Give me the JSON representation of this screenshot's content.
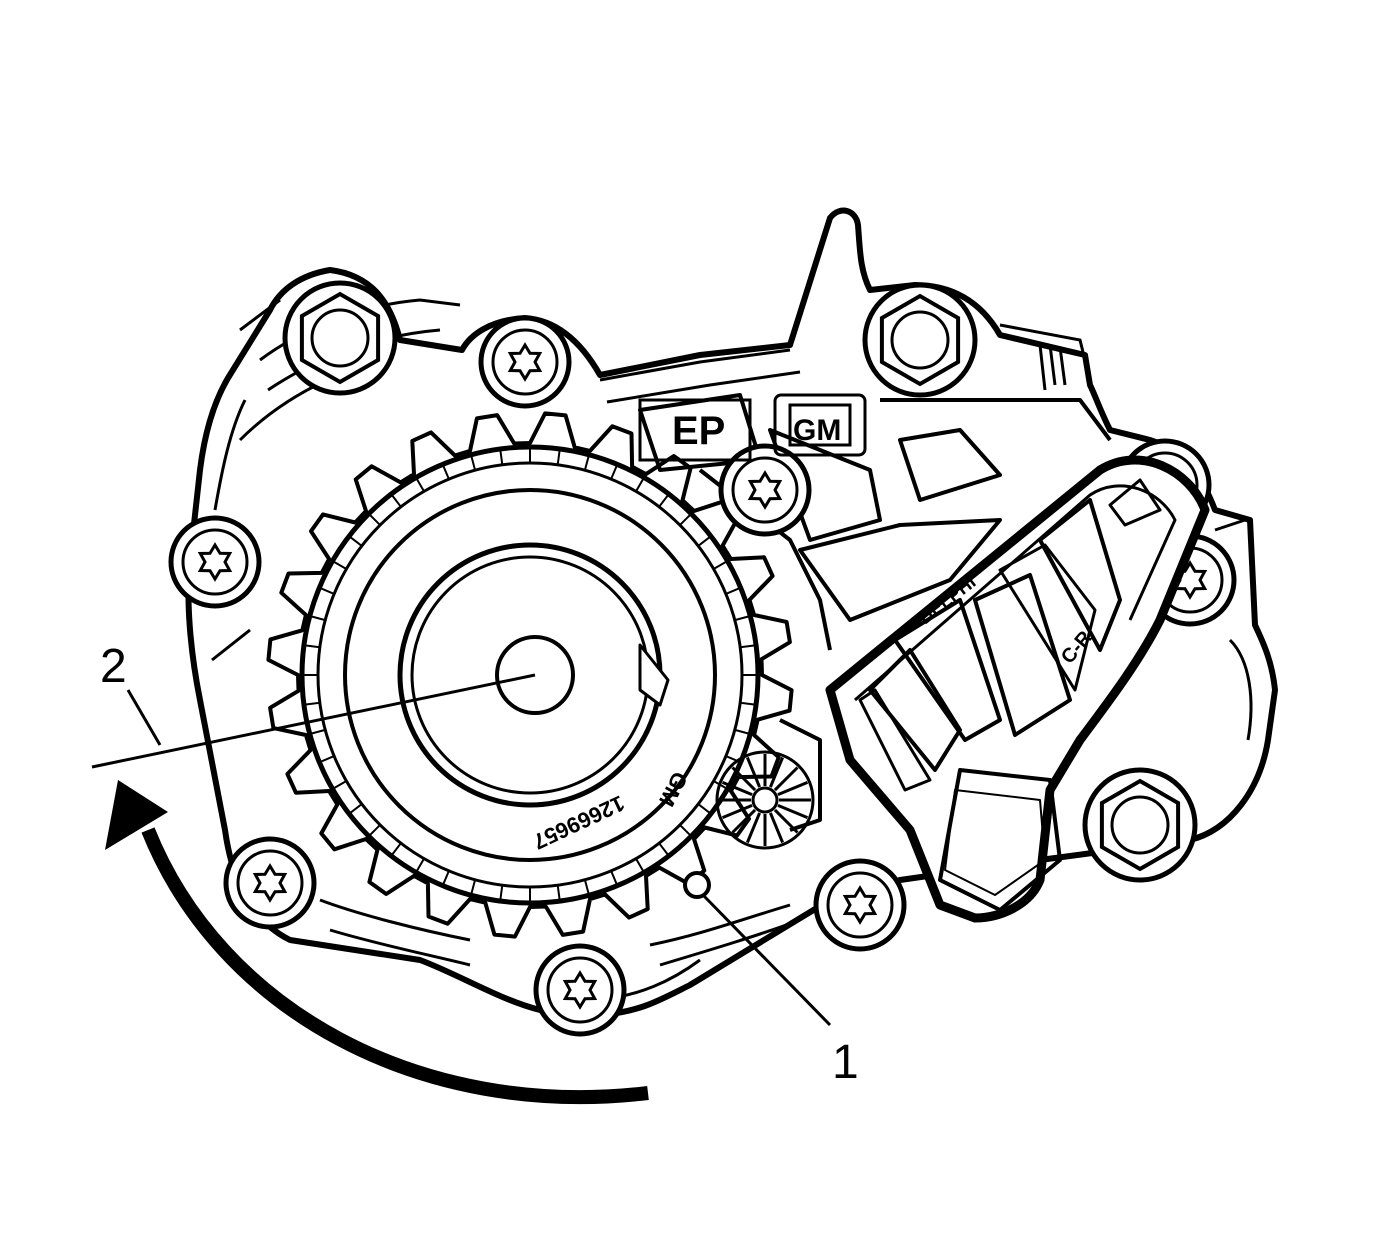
{
  "diagram": {
    "callouts": [
      {
        "id": "1",
        "label": "1"
      },
      {
        "id": "2",
        "label": "2"
      }
    ],
    "embossed_text": {
      "ep_mark": "EP",
      "gm_logo": "GM",
      "sprocket_gm": "GM",
      "sprocket_part_number": "12669657",
      "sensor_brand": "DELPHI",
      "sensor_code": "C-R"
    },
    "line_color": "#000000",
    "background_color": "#ffffff"
  }
}
